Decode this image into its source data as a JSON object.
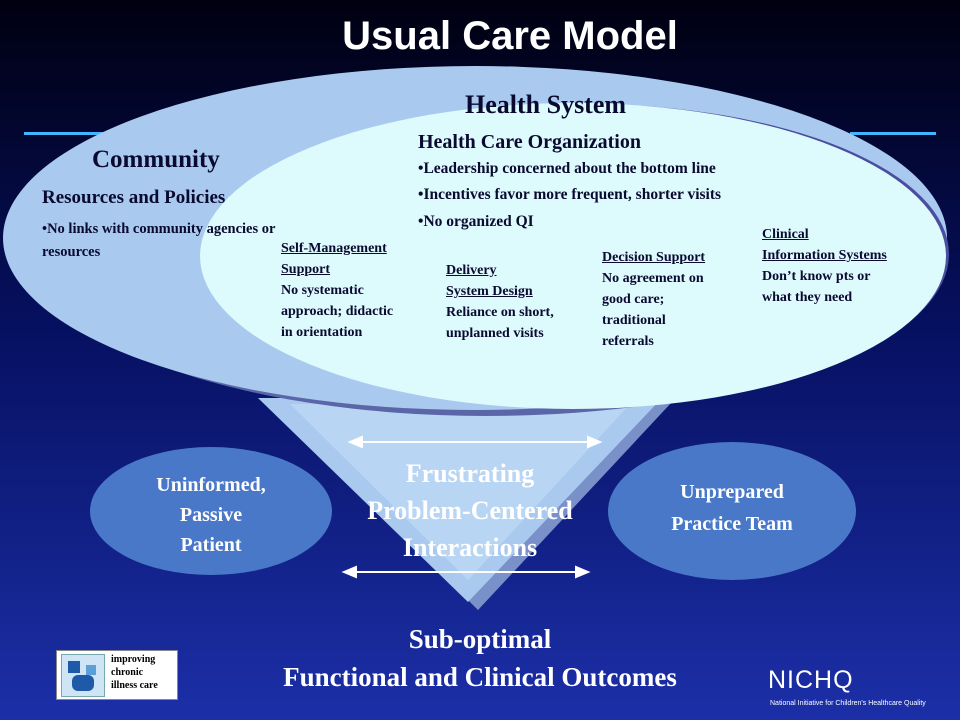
{
  "title": "Usual Care Model",
  "health_system": {
    "title": "Health System",
    "organization": {
      "title": "Health Care Organization",
      "items": [
        "Leadership concerned about the bottom line",
        "Incentives favor more frequent, shorter visits",
        "No organized QI"
      ]
    },
    "components": [
      {
        "heading_lines": [
          "Self-Management",
          "Support"
        ],
        "body_lines": [
          "No systematic",
          "approach; didactic",
          "in orientation"
        ]
      },
      {
        "heading_lines": [
          "Delivery",
          "System Design"
        ],
        "body_lines": [
          "Reliance on short,",
          "unplanned visits"
        ]
      },
      {
        "heading_lines": [
          "Decision Support"
        ],
        "body_lines": [
          "No agreement on",
          "good care;",
          "traditional",
          "referrals"
        ]
      },
      {
        "heading_lines": [
          "Clinical",
          "Information Systems"
        ],
        "body_lines": [
          "Don’t know pts or",
          "what they need"
        ]
      }
    ]
  },
  "community": {
    "title": "Community",
    "resources_title": "Resources and Policies",
    "items": [
      "•No links with community agencies or resources"
    ]
  },
  "patient": {
    "lines": [
      "Uninformed,",
      "Passive",
      "Patient"
    ]
  },
  "practice_team": {
    "lines": [
      "Unprepared",
      "Practice Team"
    ]
  },
  "interactions": {
    "lines": [
      "Frustrating",
      "Problem-Centered",
      "Interactions"
    ]
  },
  "outcomes": {
    "lines": [
      "Sub-optimal",
      "Functional and Clinical Outcomes"
    ]
  },
  "logo": {
    "lines": [
      "improving",
      "chronic",
      "illness care"
    ]
  },
  "nichq": {
    "name": "NICHQ",
    "subtitle": "National Initiative for Children's Healthcare Quality"
  },
  "colors": {
    "community_ellipse": "#a9c9ee",
    "health_ellipse": "#ddfafd",
    "funnel": "#a9c9ee",
    "side_ellipse": "#4a78c8",
    "rule": "#3fb6ff"
  }
}
